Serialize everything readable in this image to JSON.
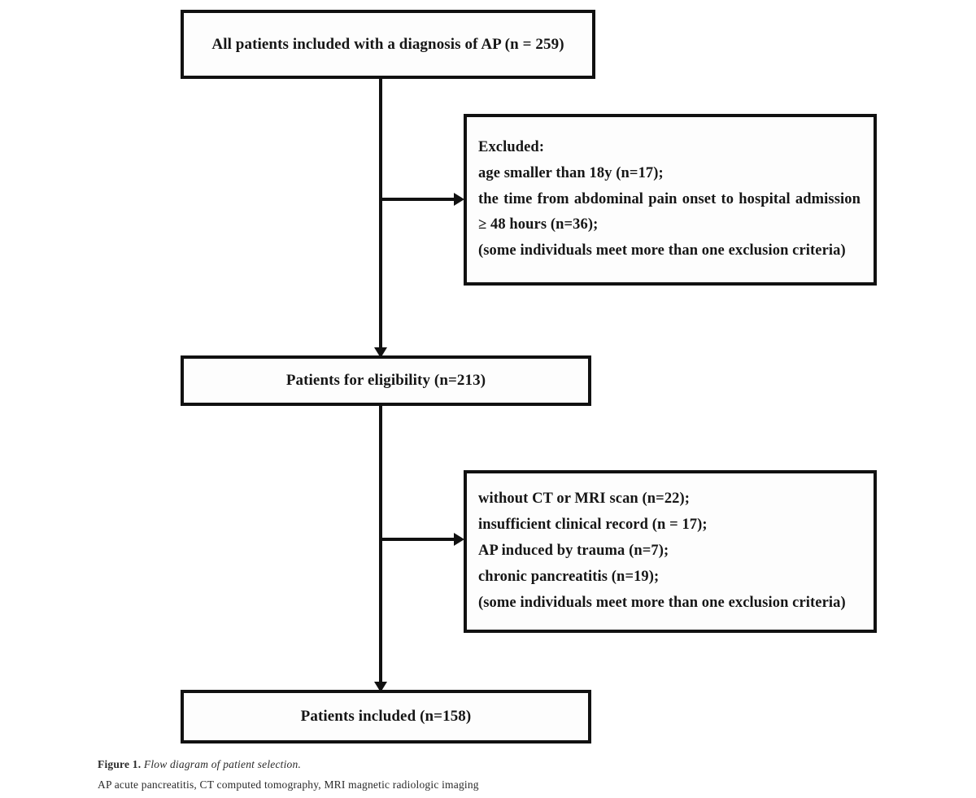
{
  "figure": {
    "title": "Flow diagram of patient selection",
    "nodes": {
      "all_patients": "All patients included with a diagnosis of AP (n = 259)",
      "eligibility": "Patients for eligibility (n=213)",
      "included": "Patients included (n=158)"
    },
    "excluded_1": {
      "heading": "Excluded:",
      "lines": [
        "age smaller than 18y (n=17);",
        "the time from abdominal pain onset to hospital admission ≥ 48 hours (n=36);",
        "(some individuals meet more than one exclusion criteria)"
      ]
    },
    "excluded_2": {
      "lines": [
        "without CT or MRI scan (n=22);",
        "insufficient clinical record (n = 17);",
        "AP induced by trauma (n=7);",
        "chronic pancreatitis (n=19);",
        "(some individuals meet more than one exclusion criteria)"
      ]
    },
    "caption": {
      "label": "Figure 1.",
      "title": " Flow diagram of patient selection.",
      "abbreviations": "AP acute pancreatitis, CT computed tomography, MRI magnetic radiologic imaging"
    },
    "colors": {
      "border": "#111111",
      "text": "#161616",
      "background": "#ffffff"
    }
  }
}
